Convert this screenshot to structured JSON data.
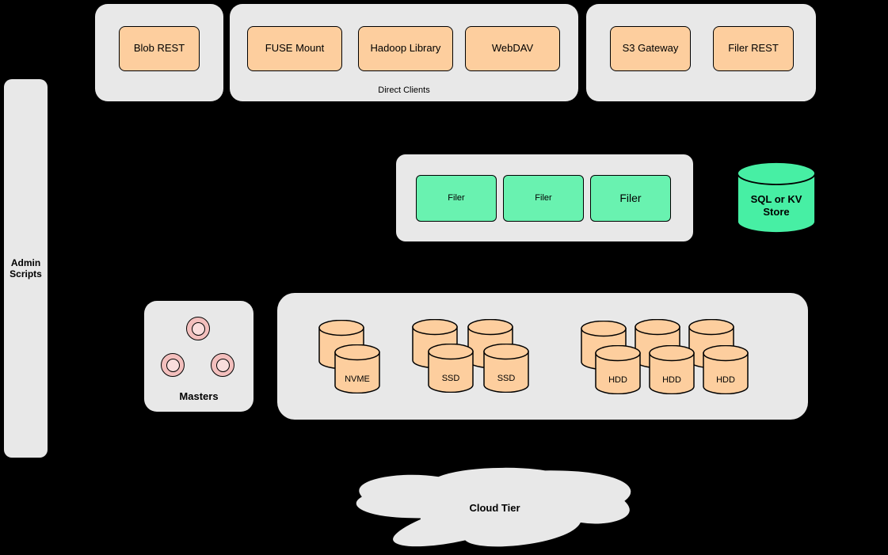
{
  "admin": {
    "label": "Admin Scripts"
  },
  "groups": {
    "blob": {
      "buttons": [
        {
          "label": "Blob REST"
        }
      ]
    },
    "direct_clients": {
      "caption": "Direct Clients",
      "buttons": [
        {
          "label": "FUSE Mount"
        },
        {
          "label": "Hadoop Library"
        },
        {
          "label": "WebDAV"
        }
      ]
    },
    "gateways": {
      "buttons": [
        {
          "label": "S3 Gateway"
        },
        {
          "label": "Filer REST"
        }
      ]
    }
  },
  "filers": {
    "items": [
      {
        "label": "Filer"
      },
      {
        "label": "Filer"
      },
      {
        "label": "Filer"
      }
    ]
  },
  "store": {
    "label": "SQL or KV Store"
  },
  "masters": {
    "caption": "Masters"
  },
  "volumes": {
    "nvme": {
      "labels": [
        "NVME"
      ]
    },
    "ssd": {
      "labels": [
        "SSD",
        "SSD"
      ]
    },
    "hdd": {
      "labels": [
        "HDD",
        "HDD",
        "HDD"
      ]
    }
  },
  "cloud": {
    "label": "Cloud Tier"
  },
  "colors": {
    "background": "#000000",
    "panel_gray": "#E8E8E8",
    "shape_orange": "#FDCE9E",
    "filer_green": "#69F2B0",
    "store_green": "#47EFA4",
    "master_pink": "#F3BFBD"
  }
}
